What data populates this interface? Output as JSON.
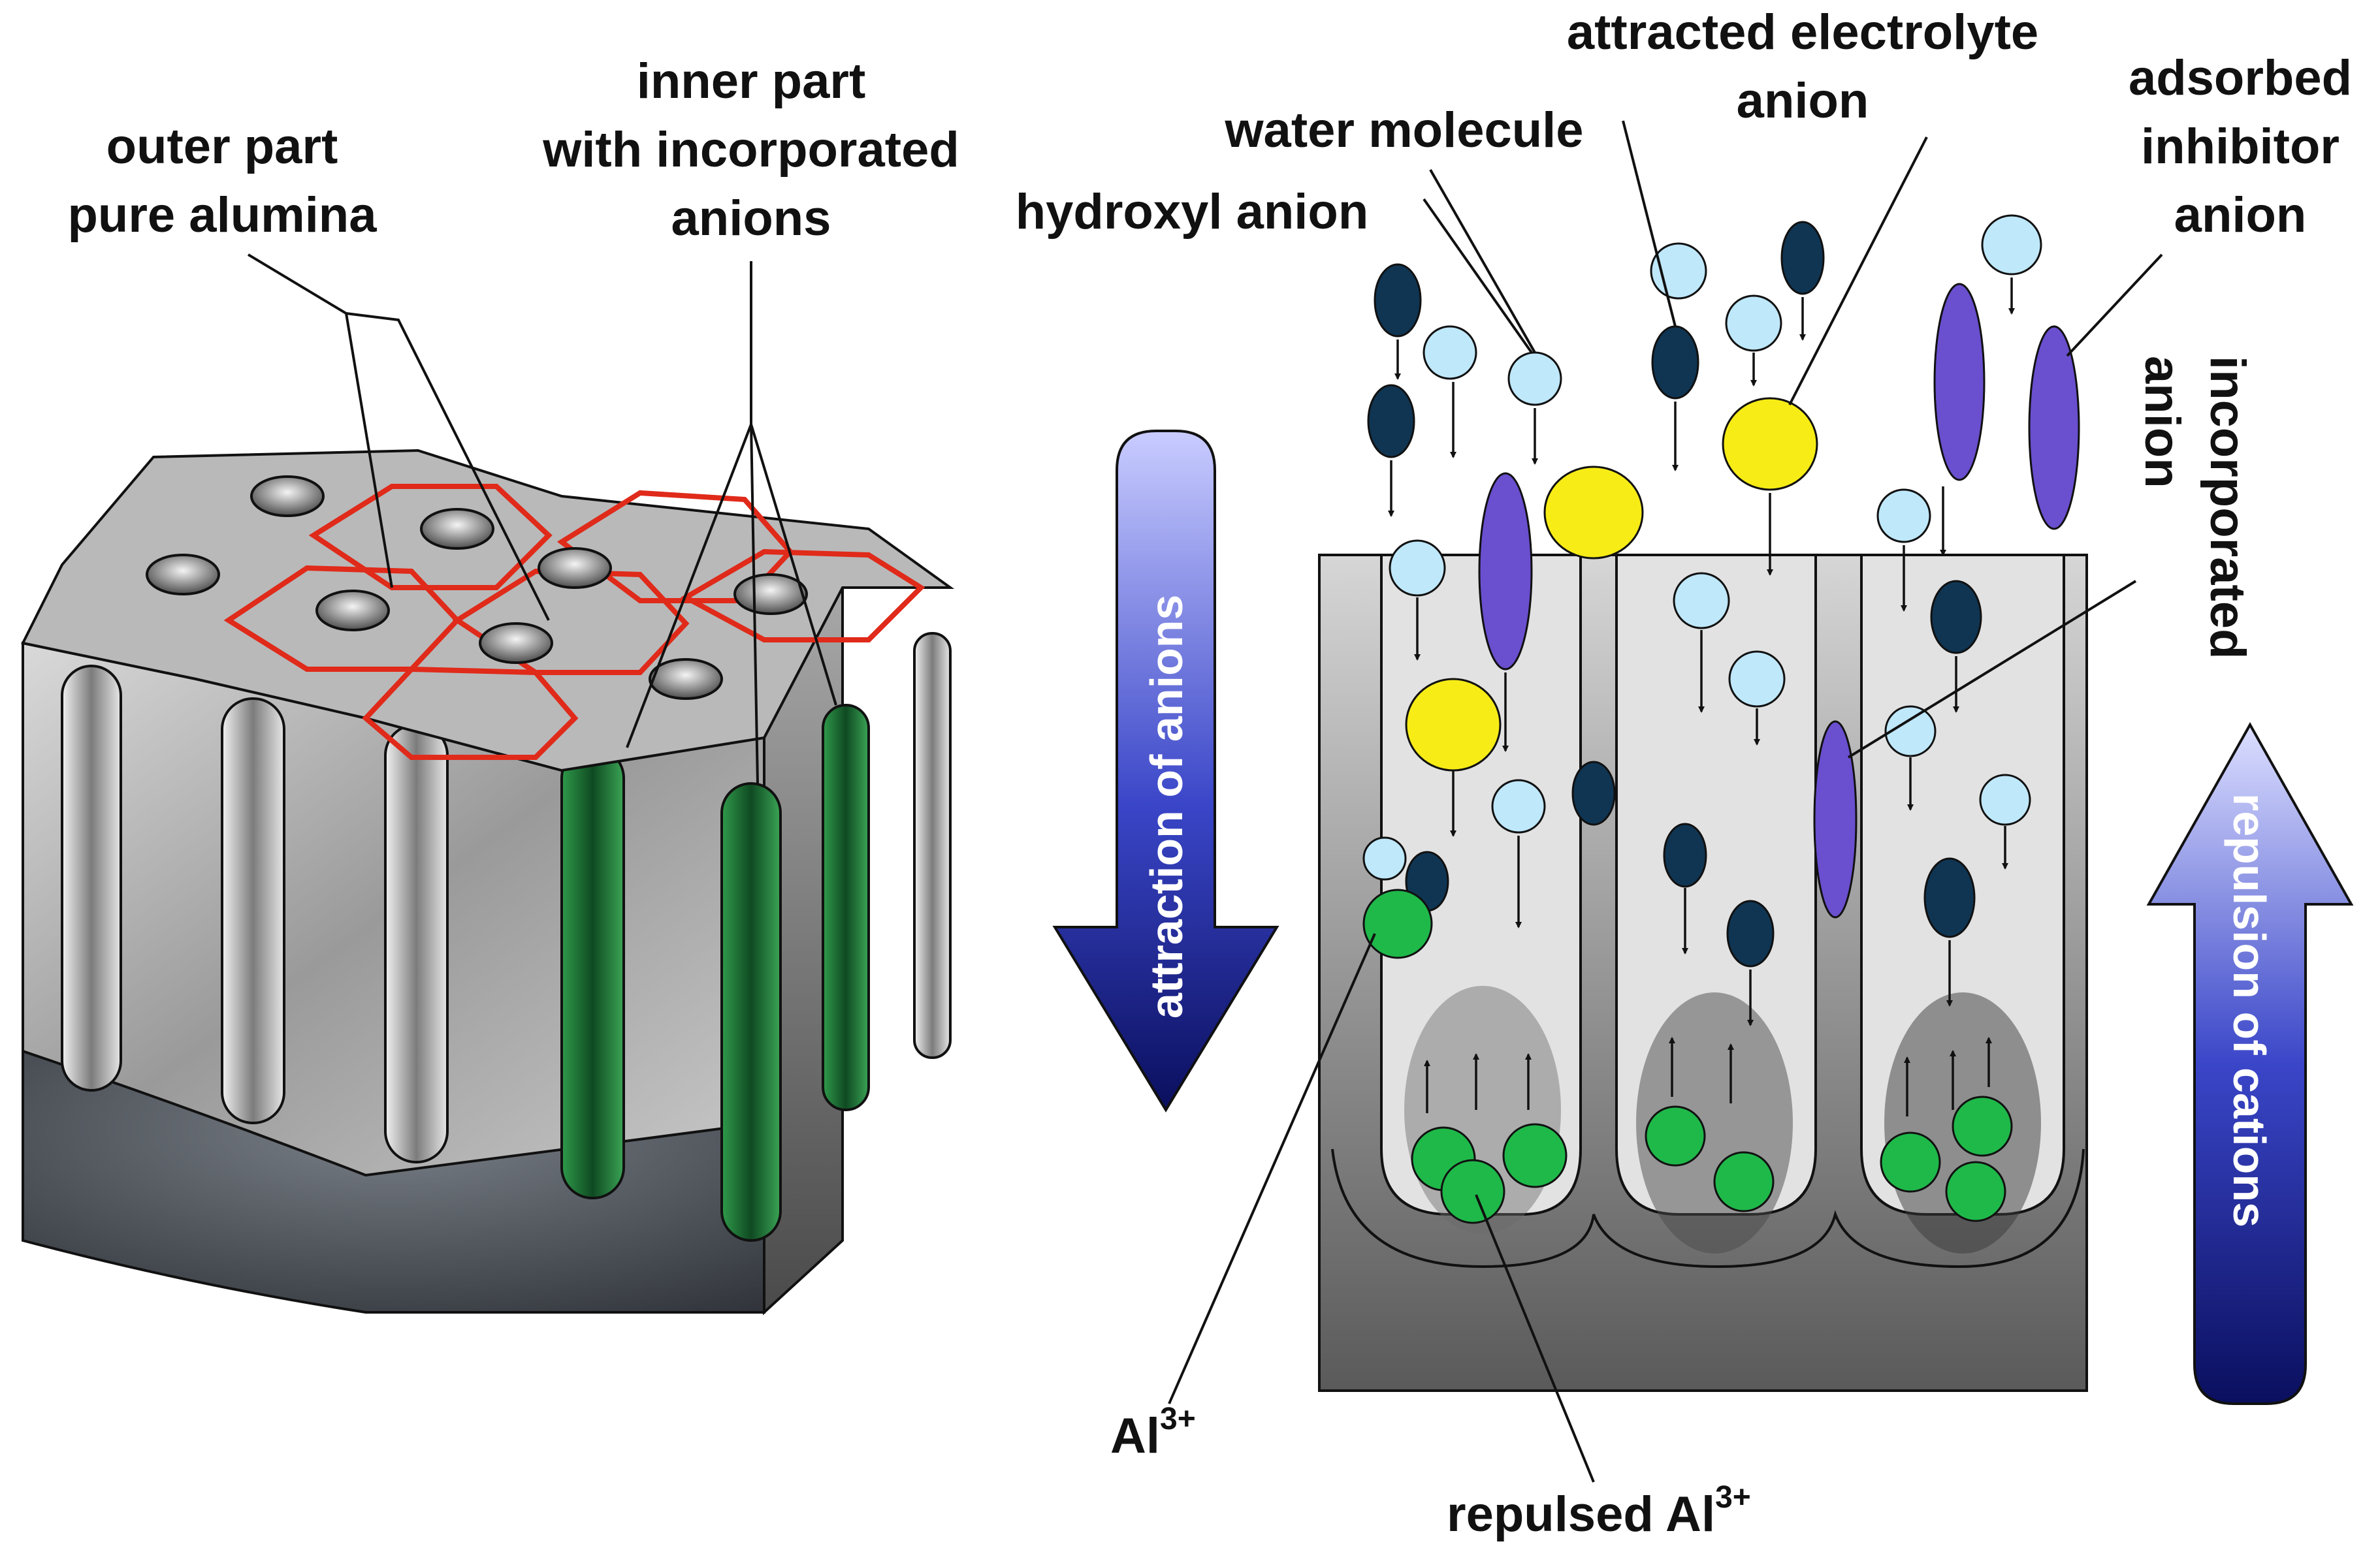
{
  "labels": {
    "outer_part": [
      "outer part",
      "pure alumina"
    ],
    "inner_part": [
      "inner part",
      "with incorporated",
      "anions"
    ],
    "water_molecule": "water molecule",
    "hydroxyl_anion": "hydroxyl anion",
    "attracted_electrolyte_anion": [
      "attracted electrolyte",
      "anion"
    ],
    "adsorbed_inhibitor_anion": [
      "adsorbed",
      "inhibitor",
      "anion"
    ],
    "incorporated_anion": [
      "incorporated",
      "anion"
    ],
    "attraction_of_anions": "attraction of anions",
    "repulsion_of_cations": "repulsion of cations",
    "al_ion": {
      "base": "Al",
      "sup": "3+"
    },
    "repulsed_al_ion": {
      "base": "repulsed Al",
      "sup": "3+"
    }
  },
  "colors": {
    "hexagon_outline": "#e02a1a",
    "green_pore": "#1f7a3a",
    "water_molecule": "#bfe8fb",
    "hydroxyl_anion": "#0f3553",
    "electrolyte_anion": "#f7ec16",
    "inhibitor_anion": "#6a4fcf",
    "al_cation": "#1fb94a",
    "arrow_dark": "#0c1268",
    "arrow_light": "#c4c8ff"
  }
}
